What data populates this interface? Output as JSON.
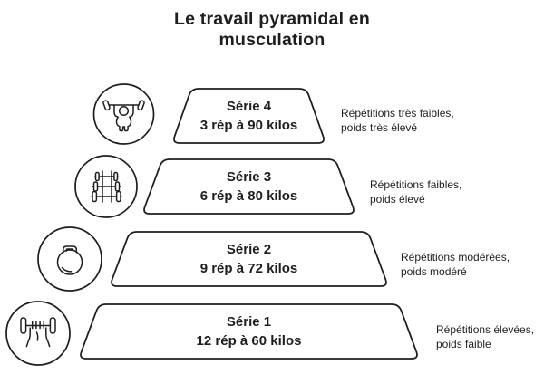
{
  "title": "Le travail pyramidal en musculation",
  "levels": [
    {
      "serie": "Série 4",
      "reps": "3 rép à 90 kilos",
      "note_line1": "Répétitions très faibles,",
      "note_line2": "poids très élevé",
      "icon": "overhead-press"
    },
    {
      "serie": "Série 3",
      "reps": "6 rép à 80 kilos",
      "note_line1": "Répétitions faibles,",
      "note_line2": "poids élevé",
      "icon": "dumbbell-rack"
    },
    {
      "serie": "Série 2",
      "reps": "9 rép à 72 kilos",
      "note_line1": "Répétitions modérées,",
      "note_line2": "poids modéré",
      "icon": "kettlebell"
    },
    {
      "serie": "Série 1",
      "reps": "12 rép à 60 kilos",
      "note_line1": "Répétitions élevées,",
      "note_line2": "poids faible",
      "icon": "hand-dumbbell"
    }
  ],
  "colors": {
    "ink": "#1e1e1e",
    "background": "#ffffff"
  }
}
